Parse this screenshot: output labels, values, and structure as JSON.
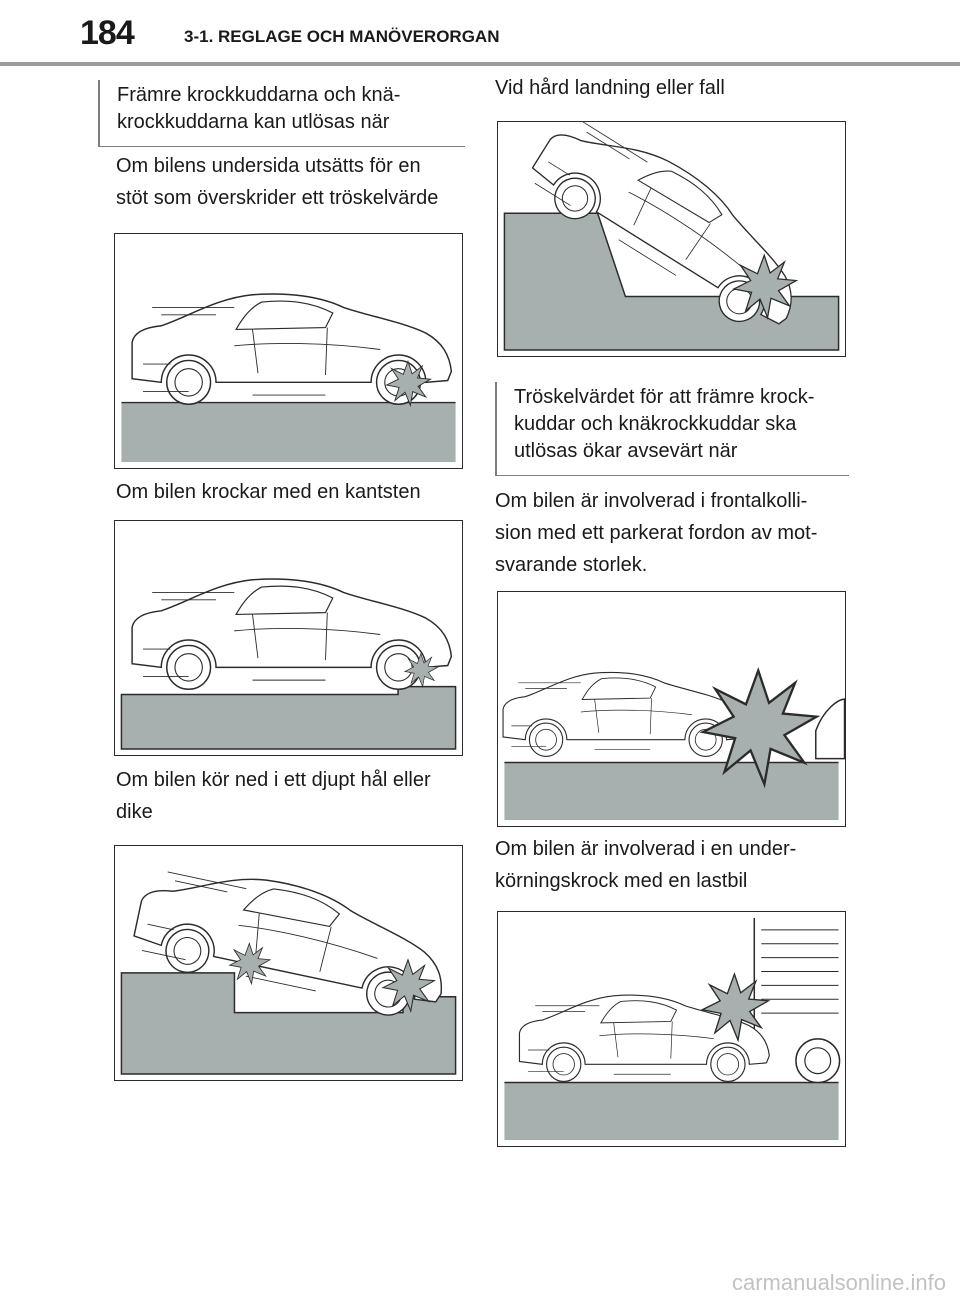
{
  "header": {
    "page_number": "184",
    "section_title": "3-1. REGLAGE OCH MANÖVERORGAN"
  },
  "left_column": {
    "note_title": "Främre krockkuddarna och knä-\nkrockkuddarna kan utlösas när",
    "caption_1": "Om bilens undersida utsätts för en\nstöt som överskrider ett tröskelvärde",
    "caption_2": "Om bilen krockar med en kantsten",
    "caption_3": "Om bilen kör ned i ett djupt hål eller\ndike"
  },
  "right_column": {
    "caption_1": "Vid hård landning eller fall",
    "note_title": "Tröskelvärdet för att främre krock-\nkuddar och knäkrockkuddar ska\nutlösas ökar avsevärt när",
    "caption_2": "Om bilen är involverad i frontalkolli-\nsion med ett parkerat fordon av mot-\nsvarande storlek.",
    "caption_3": "Om bilen är involverad i en under-\nkörningskrock med en lastbil"
  },
  "watermark": "carmanualsonline.info",
  "colors": {
    "ground": "#a7b0ae",
    "line": "#2b2b2b",
    "header_rule": "#9a9a9a"
  }
}
